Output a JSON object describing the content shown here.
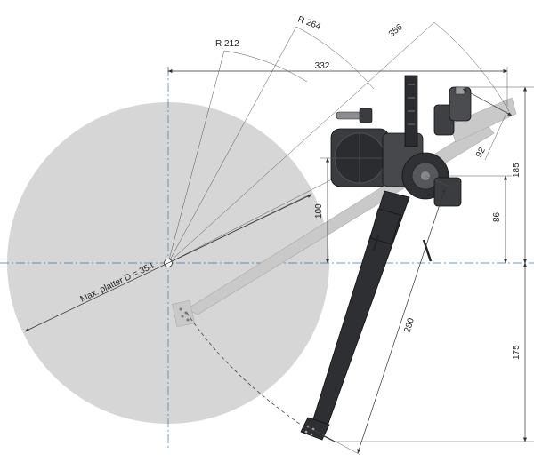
{
  "colors": {
    "platter": "#d6d6d6",
    "axis": "#3b78a8",
    "arm": "#2d2f33",
    "ghost_arm": "#c9c9c9"
  },
  "dimensions": {
    "r212": "R 212",
    "r264": "R 264",
    "d356": "356",
    "d332": "332",
    "d92": "92",
    "d185": "185",
    "d86": "86",
    "d100": "100",
    "d280": "280",
    "d175": "175",
    "platter_label": "Max. platter D = 354"
  }
}
